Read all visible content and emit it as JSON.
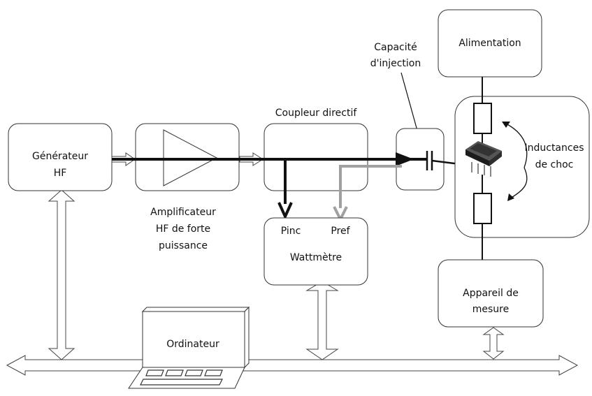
{
  "blocks": {
    "generator": [
      "Générateur",
      "HF"
    ],
    "amplifier": [
      "Amplificateur",
      "HF de forte",
      "puissance"
    ],
    "coupler": "Coupleur directif",
    "capacitor": [
      "Capacité",
      "d'injection"
    ],
    "power_supply": "Alimentation",
    "inductors": [
      "Inductances",
      "de choc"
    ],
    "wattmeter": "Wattmètre",
    "pinc": "Pinc",
    "pref": "Pref",
    "measurement": [
      "Appareil de",
      "mesure"
    ],
    "computer": "Ordinateur"
  },
  "colors": {
    "incident_signal": "#111111",
    "reflected_signal": "#a0a0a0",
    "chip_body": "#1c1c1c"
  }
}
